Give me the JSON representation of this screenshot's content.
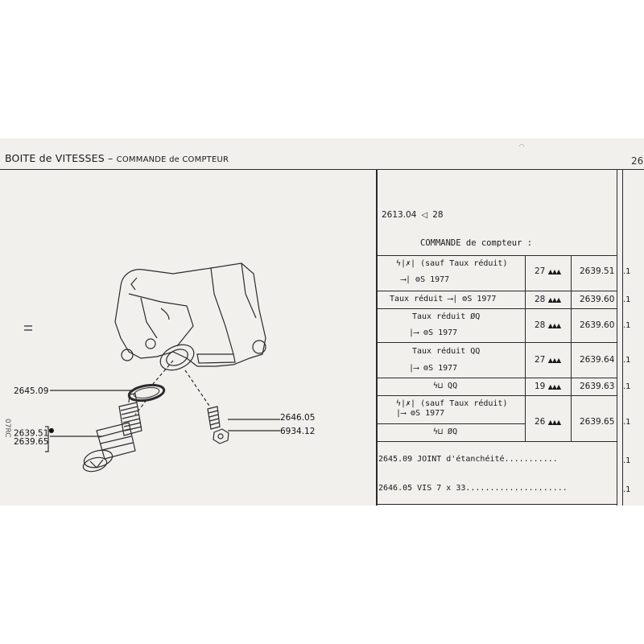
{
  "header": {
    "title_main": "BOITE de VITESSES",
    "title_sep": " – ",
    "title_sub": "COMMANDE de COMPTEUR",
    "page_number": "26"
  },
  "diagram": {
    "callouts": {
      "c1": "2645.09",
      "c2": "2639.51",
      "c3": "2639.65",
      "c4": "2646.05",
      "c5": "6934.12"
    },
    "margin_mark": "07RC"
  },
  "reference": {
    "number": "2613.04",
    "symbol": "◁",
    "page": "28"
  },
  "section_title": "COMMANDE de compteur :",
  "rows": [
    {
      "line1": "ϟ|✗| (sauf Taux réduit)",
      "line2": "⟶| ⚙S 1977",
      "qty_num": "27",
      "qty_sym": "▲▲▲",
      "ref": "2639.51",
      "q": ".1"
    },
    {
      "line1": "Taux réduit ⟶| ⚙S 1977",
      "qty_num": "28",
      "qty_sym": "▲▲▲",
      "ref": "2639.60",
      "q": ".1"
    },
    {
      "line1": "Taux réduit ØQ",
      "line2": "|⟶ ⚙S 1977",
      "qty_num": "28",
      "qty_sym": "▲▲▲",
      "ref": "2639.60",
      "q": ".1"
    },
    {
      "line1": "Taux réduit QQ",
      "line2": "|⟶ ⚙S 1977",
      "qty_num": "27",
      "qty_sym": "▲▲▲",
      "ref": "2639.64",
      "q": ".1"
    },
    {
      "line1": "ϟ⊔ QQ",
      "qty_num": "19",
      "qty_sym": "▲▲▲",
      "ref": "2639.63",
      "q": ".1"
    },
    {
      "line1": "ϟ|✗| (sauf Taux réduit)",
      "line2": "|⟶ ⚙S 1977",
      "line3": "ϟ⊔ ØQ",
      "qty_num": "26",
      "qty_sym": "▲▲▲",
      "ref": "2639.65",
      "q": ".1"
    }
  ],
  "parts": [
    {
      "text": "2645.09 JOINT d'étanchéité",
      "leader": "...........",
      "q": ".1"
    },
    {
      "text": "2646.05 VIS 7 x 33",
      "leader": ".....................",
      "q": ".1"
    }
  ]
}
